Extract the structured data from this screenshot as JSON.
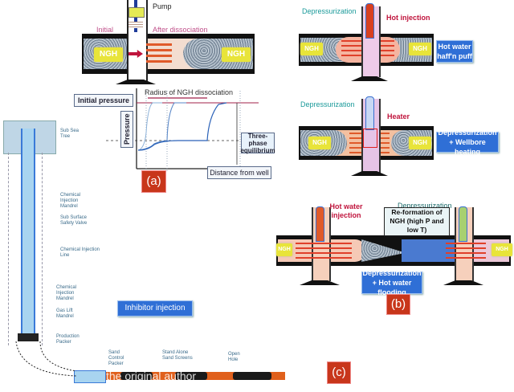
{
  "panel_a": {
    "tag": "(a)",
    "pump_label": "Pump",
    "initial_label": "Initial",
    "after_label": "After dissociation",
    "ngh_left": "NGH",
    "ngh_right": "NGH",
    "radius_label": "Radius of NGH dissociation",
    "initial_pressure_label": "Initial pressure",
    "pressure_axis_label": "Pressure",
    "three_phase_label": "Three-phase equilibrium",
    "distance_label": "Distance from well"
  },
  "panel_top_right": {
    "depressurization_label": "Depressurization",
    "hot_injection_label": "Hot injection",
    "ngh_left": "NGH",
    "ngh_right": "NGH",
    "method_label": "Hot water haff'n puff"
  },
  "panel_mid_right": {
    "depressurization_label": "Depressurization",
    "heater_label": "Heater",
    "ngh_left": "NGH",
    "ngh_right": "NGH",
    "method_label": "Depressurization + Wellbore heating"
  },
  "panel_b": {
    "tag": "(b)",
    "hot_water_label": "Hot water injection",
    "depressurization_label": "Depressurization",
    "callout": "Re-formation of NGH (high P and low T)",
    "ngh_left": "NGH",
    "ngh_right": "NGH",
    "method_label": "Depressurization + Hot water flooding"
  },
  "panel_c": {
    "tag": "(c)",
    "method_label": "Inhibitor injection",
    "components": [
      "Sub Sea Tree",
      "Chemical Injection Mandrel",
      "Sub Surface Safety Valve",
      "Chemical Injection Line",
      "Chemical Injection Mandrel",
      "Gas Lift Mandrel",
      "Production Packer",
      "Sand Control Packer",
      "Stand Alone Sand Screens",
      "Open Hole"
    ],
    "watermark": "the original author"
  },
  "colors": {
    "tag_red": "#c8361b",
    "method_blue": "#2f6fd6",
    "ngh_yellow": "#e8e43a",
    "label_red": "#c0143c",
    "label_teal": "#1a9a9a",
    "curve_blue": "#2b62b8",
    "pressure_line": "#a0204a"
  }
}
